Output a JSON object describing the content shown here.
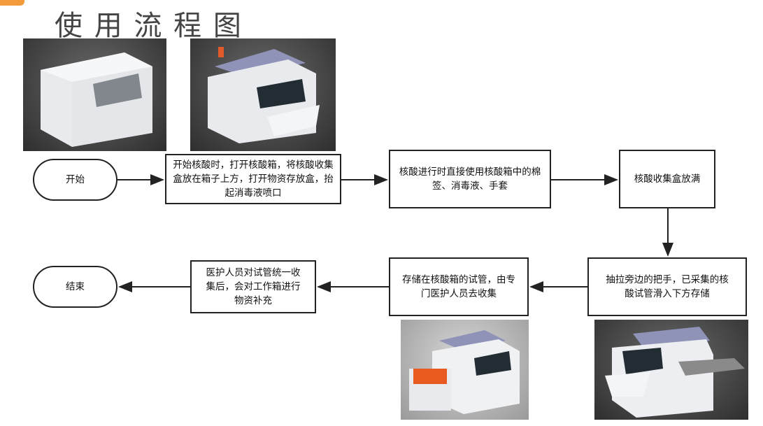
{
  "title": "使 用 流 程 图",
  "nodes": {
    "start": "开始",
    "step1": "开始核酸时，打开核酸箱，将核酸收集盒放在箱子上方，打开物资存放盒，抬起消毒液喷口",
    "step2": "核酸进行时直接使用核酸箱中的棉签、消毒液、手套",
    "step3": "核酸收集盒放满",
    "step4": "抽拉旁边的把手，已采集的核酸试管滑入下方存储",
    "step5": "存储在核酸箱的试管，由专门医护人员去收集",
    "step6": "医护人员对试管统一收集后，会对工作箱进行物资补充",
    "end": "结束"
  },
  "colors": {
    "accent": "#f39a3c",
    "line": "#222222"
  }
}
